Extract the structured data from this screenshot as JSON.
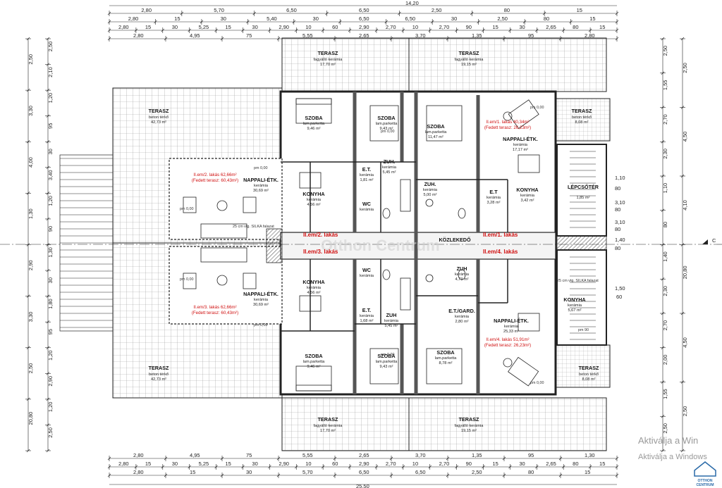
{
  "dimensions": {
    "top_total": "14,20",
    "top_row1": [
      "2,80",
      "5,70",
      "6,50",
      "6,50",
      "2,50",
      "80",
      "15"
    ],
    "top_row2": [
      "2,80",
      "15",
      "30",
      "5,40",
      "30",
      "6,50",
      "6,50",
      "30",
      "2,50",
      "80",
      "15"
    ],
    "top_row3": [
      "2,80",
      "15",
      "30",
      "5,25",
      "15",
      "30",
      "2,90",
      "10",
      "60",
      "2,90",
      "2,70",
      "10",
      "2,70",
      "90",
      "15",
      "30",
      "2,65",
      "80",
      "15"
    ],
    "top_row4": [
      "2,80",
      "4,95",
      "75",
      "5,55",
      "2,65",
      "3,70",
      "1,35",
      "95",
      "2,80"
    ],
    "bottom_row1": [
      "2,80",
      "4,95",
      "75",
      "5,55",
      "2,65",
      "3,70",
      "1,35",
      "95",
      "1,30"
    ],
    "bottom_row2": [
      "2,80",
      "15",
      "30",
      "5,25",
      "15",
      "30",
      "2,90",
      "10",
      "60",
      "2,90",
      "2,70",
      "10",
      "2,70",
      "90",
      "15",
      "30",
      "2,65",
      "80",
      "15"
    ],
    "bottom_row3": [
      "2,80",
      "15",
      "30",
      "5,70",
      "6,50",
      "6,50",
      "2,50",
      "80",
      "15"
    ],
    "bottom_total": "25,50",
    "left_outer": [
      "2,50",
      "3,30",
      "4,00",
      "1,30",
      "2,90",
      "3,30",
      "2,50",
      "20,80"
    ],
    "left_inner": [
      "2,50",
      "2,10",
      "1,20",
      "95",
      "30",
      "3,40",
      "1,20",
      "90",
      "1,30",
      "30",
      "1,80",
      "95",
      "1,20",
      "2,90",
      "1,20",
      "2,50"
    ],
    "right_outer": [
      "2,50",
      "4,50",
      "4,10",
      "20,80",
      "4,50",
      "2,50"
    ],
    "right_inner": [
      "2,50",
      "1,55",
      "2,70",
      "2,30",
      "1,10",
      "80",
      "1,40",
      "2,30",
      "2,70",
      "2,00",
      "1,55",
      "2,50"
    ],
    "section_marker": "C"
  },
  "terraces": [
    {
      "title": "TERASZ",
      "sub": "fagyálló kerámia",
      "area": "17,70 m²"
    },
    {
      "title": "TERASZ",
      "sub": "fagyálló kerámia",
      "area": "19,15 m²"
    },
    {
      "title": "TERASZ",
      "sub": "beton térkő",
      "area": "42,73 m²"
    },
    {
      "title": "TERASZ",
      "sub": "beton térkő",
      "area": "8,08 m²"
    },
    {
      "title": "TERASZ",
      "sub": "beton térkő",
      "area": "42,73 m²"
    },
    {
      "title": "TERASZ",
      "sub": "beton térkő",
      "area": "8,08 m²"
    },
    {
      "title": "TERASZ",
      "sub": "fagyálló kerámia",
      "area": "17,70 m²"
    },
    {
      "title": "TERASZ",
      "sub": "fagyálló kerámia",
      "area": "19,15 m²"
    }
  ],
  "rooms": [
    {
      "title": "SZOBA",
      "sub": "lam.parketta",
      "area": "9,46 m²"
    },
    {
      "title": "SZOBA",
      "sub": "lam.parketta",
      "area": "9,43 m²"
    },
    {
      "title": "SZOBA",
      "sub": "lam.parketta",
      "area": "11,47 m²"
    },
    {
      "title": "NAPPALI-ÉTK.",
      "sub": "kerámia",
      "area": "30,69 m²"
    },
    {
      "title": "NAPPALI-ÉTK.",
      "sub": "kerámia",
      "area": "17,17 m²"
    },
    {
      "title": "E.T.",
      "sub": "kerámia",
      "area": "1,81 m²"
    },
    {
      "title": "ZUH.",
      "sub": "kerámia",
      "area": "5,45 m²"
    },
    {
      "title": "ZUH.",
      "sub": "kerámia",
      "area": "5,00 m²"
    },
    {
      "title": "WC",
      "sub": "kerámia",
      "area": ""
    },
    {
      "title": "KONYHA",
      "sub": "kerámia",
      "area": "4,56 m²"
    },
    {
      "title": "KONYHA",
      "sub": "kerámia",
      "area": "3,42 m²"
    },
    {
      "title": "E.T",
      "sub": "kerámia",
      "area": "3,28 m²"
    },
    {
      "title": "LÉPCSŐTÉR",
      "sub": "",
      "area": "1,85 m²"
    },
    {
      "title": "KÖZLEKEDŐ",
      "sub": "",
      "area": ""
    },
    {
      "title": "KONYHA",
      "sub": "kerámia",
      "area": "4,56 m²"
    },
    {
      "title": "WC",
      "sub": "kerámia",
      "area": ""
    },
    {
      "title": "E.T.",
      "sub": "kerámia",
      "area": "1,68 m²"
    },
    {
      "title": "ZUH",
      "sub": "kerámia",
      "area": "5,45 m²"
    },
    {
      "title": "ZUH",
      "sub": "kerámia",
      "area": "4,73 m²"
    },
    {
      "title": "E.T./GARD.",
      "sub": "kerámia",
      "area": "2,80 m²"
    },
    {
      "title": "NAPPALI-ÉTK.",
      "sub": "kerámia",
      "area": "30,69 m²"
    },
    {
      "title": "NAPPALI-ÉTK.",
      "sub": "kerámia",
      "area": "25,33 m²"
    },
    {
      "title": "KONYHA",
      "sub": "kerámia",
      "area": "5,67 m²"
    },
    {
      "title": "SZOBA",
      "sub": "lam.parketta",
      "area": "9,46 m²"
    },
    {
      "title": "SZOBA",
      "sub": "lam.parketta",
      "area": "9,43 m²"
    },
    {
      "title": "SZOBA",
      "sub": "lam.parketta",
      "area": "8,78 m²"
    }
  ],
  "apartments": [
    {
      "tag": "II.em/2. lakás",
      "info": "II.em/2. lakás 62,66m²",
      "covered": "(Fedett terasz: 60,43m²)"
    },
    {
      "tag": "II.em/1. lakás",
      "info": "II.em/1. lakás 40,34m²",
      "covered": "(Fedett terasz: 26,23m²)"
    },
    {
      "tag": "II.em/3. lakás",
      "info": "II.em/3. lakás 62,66m²",
      "covered": "(Fedett terasz: 60,43m²)"
    },
    {
      "tag": "II.em/4. lakás",
      "info": "II.em/4. lakás 51,91m²",
      "covered": "(Fedett terasz: 26,23m²)"
    }
  ],
  "notes": {
    "pm": "pm 0,00",
    "pm90": "pm 90",
    "wall_note": "25 cm vtg. SILKA falazat",
    "stair_vals": [
      "1,10",
      "80",
      "3,10",
      "80",
      "3,10",
      "80",
      "1,40",
      "80"
    ],
    "side_vals": [
      "1,50",
      "60"
    ]
  },
  "watermark": {
    "activate_line1": "Aktiválja a Win",
    "activate_line2": "Aktiválja a Windows",
    "logo_line1": "OTTHON",
    "logo_line2": "CENTRUM",
    "center_mark": "Otthon Centrum"
  },
  "colors": {
    "line": "#1a1a1a",
    "grid": "#9a9a9a",
    "red": "#d01010",
    "wall": "#555555"
  }
}
